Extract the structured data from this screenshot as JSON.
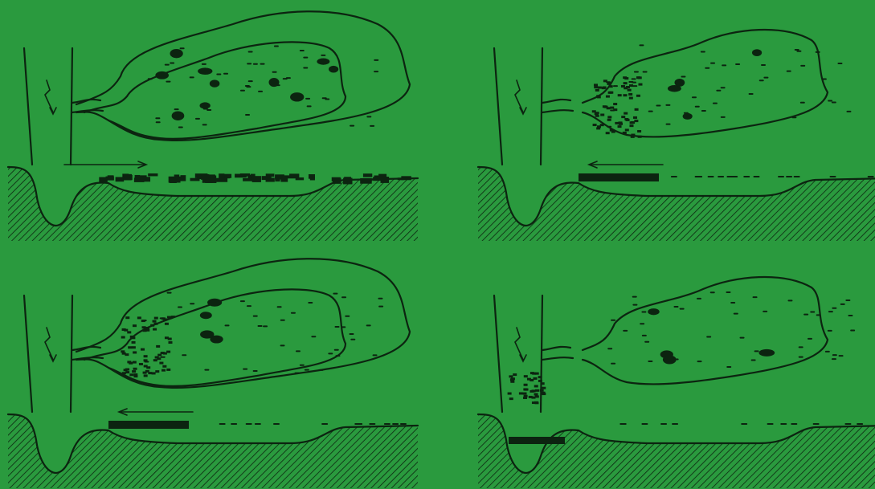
{
  "colors": {
    "background": "#2a9a3e",
    "ink": "#0c2410"
  },
  "panels": [
    {
      "id": "top-left",
      "arrow_direction": "right",
      "bottom_sediment": "spread",
      "front": "none",
      "trap": "empty"
    },
    {
      "id": "top-right",
      "arrow_direction": "left",
      "bottom_sediment": "near-sill",
      "front": "dense-at-entrance",
      "trap": "empty"
    },
    {
      "id": "bottom-left",
      "arrow_direction": "left",
      "bottom_sediment": "near-sill",
      "front": "dense-at-entrance",
      "trap": "empty"
    },
    {
      "id": "bottom-right",
      "arrow_direction": "none",
      "bottom_sediment": "in-trap",
      "front": "in-shaft",
      "trap": "filled"
    }
  ]
}
